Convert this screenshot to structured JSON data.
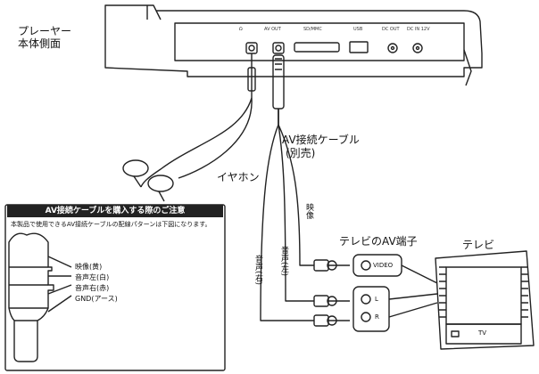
{
  "labels": {
    "player_side": "プレーヤー本体側面",
    "earphones": "イヤホン",
    "av_cable": "AV接続ケーブル",
    "av_cable_note": "(別売)",
    "tv_av_terminal": "テレビのAV端子",
    "tv": "テレビ",
    "tv_screen_brand": "TV"
  },
  "ports": {
    "headphone": "Ω",
    "av_out": "AV OUT",
    "sd_mmc": "SD/MMC",
    "usb": "USB",
    "dc_out": "DC OUT",
    "dc_in": "DC IN 12V"
  },
  "cable_wires": {
    "video": "映像",
    "audio_left": "音声(左)",
    "audio_right": "音声(右)"
  },
  "jacks": {
    "video": "VIDEO",
    "left": "L",
    "right": "R"
  },
  "notice": {
    "title": "AV接続ケーブルを購入する際のご注意",
    "body": "本製品で使用できるAV接続ケーブルの配線パターンは下図になります。",
    "plug_labels": [
      "映像(黄)",
      "音声左(白)",
      "音声右(赤)",
      "GND(アース)"
    ]
  }
}
